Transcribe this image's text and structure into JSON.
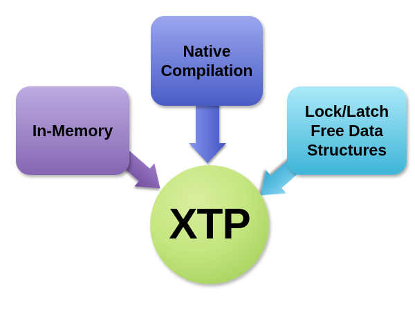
{
  "diagram": {
    "type": "converging-arrows",
    "center_node": {
      "label": "XTP",
      "shape": "circle",
      "fill_top": "#d9ee9e",
      "fill_bottom": "#9bca51"
    },
    "nodes": [
      {
        "label": "In-Memory",
        "shape": "rounded-rectangle",
        "position": "left",
        "fill_top": "#bcabe2",
        "fill_bottom": "#8566b2",
        "arrow_color": "#7b57ab",
        "arrow_direction": "down-right"
      },
      {
        "label": "Native Compilation",
        "shape": "rounded-rectangle",
        "position": "top-center",
        "fill_top": "#9aa6ee",
        "fill_bottom": "#4a5cc6",
        "arrow_color": "#5b6fd6",
        "arrow_direction": "down"
      },
      {
        "label": "Lock/Latch Free Data Structures",
        "shape": "rounded-rectangle",
        "position": "right",
        "fill_top": "#abe9f8",
        "fill_bottom": "#3fb5d8",
        "arrow_color": "#49b4dc",
        "arrow_direction": "down-left"
      }
    ],
    "text_color": "#000000",
    "background_color": "#ffffff"
  }
}
